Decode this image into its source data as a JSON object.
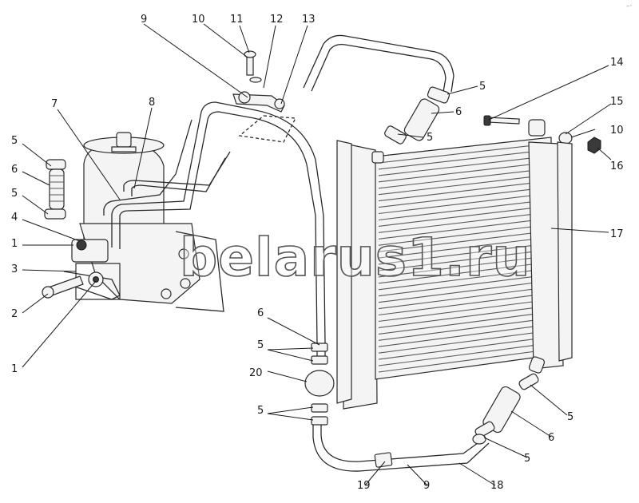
{
  "watermark": "belarus1.ru",
  "corner_mark": "–·",
  "callouts": {
    "c1a": "1",
    "c1b": "1",
    "c2": "2",
    "c3": "3",
    "c4": "4",
    "c5a": "5",
    "c5b": "5",
    "c5c": "5",
    "c5d": "5",
    "c5e": "5",
    "c5f": "5",
    "c5g": "5",
    "c5h": "5",
    "c6a": "6",
    "c6b": "6",
    "c6c": "6",
    "c6d": "6",
    "c7": "7",
    "c8": "8",
    "c9a": "9",
    "c9b": "9",
    "c10a": "10",
    "c10b": "10",
    "c11": "11",
    "c12": "12",
    "c13": "13",
    "c14": "14",
    "c15": "15",
    "c16": "16",
    "c17": "17",
    "c18": "18",
    "c19": "19",
    "c20": "20"
  }
}
